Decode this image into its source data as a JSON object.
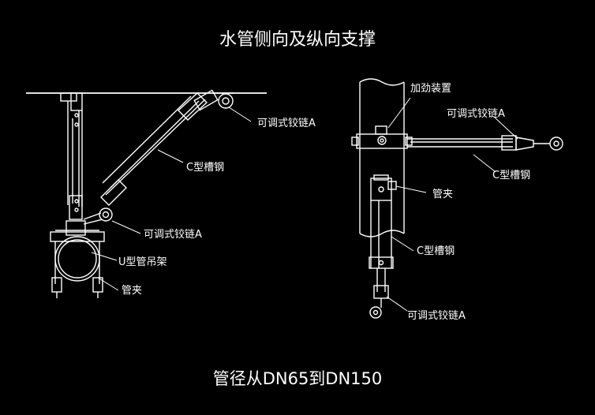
{
  "title": "水管侧向及纵向支撑",
  "caption": "管径从DN65到DN150",
  "left_labels": {
    "hinge_top": "可调式铰链A",
    "c_channel": "C型槽钢",
    "hinge_bottom": "可调式铰链A",
    "u_hanger": "U型管吊架",
    "clamp": "管夹"
  },
  "right_labels": {
    "reinforce": "加劲装置",
    "hinge_top": "可调式铰链A",
    "c_channel_h": "C型槽钢",
    "clamp": "管夹",
    "c_channel_v": "C型槽钢",
    "hinge_bottom": "可调式铰链A"
  },
  "colors": {
    "background": "#000000",
    "line": "#ffffff"
  }
}
